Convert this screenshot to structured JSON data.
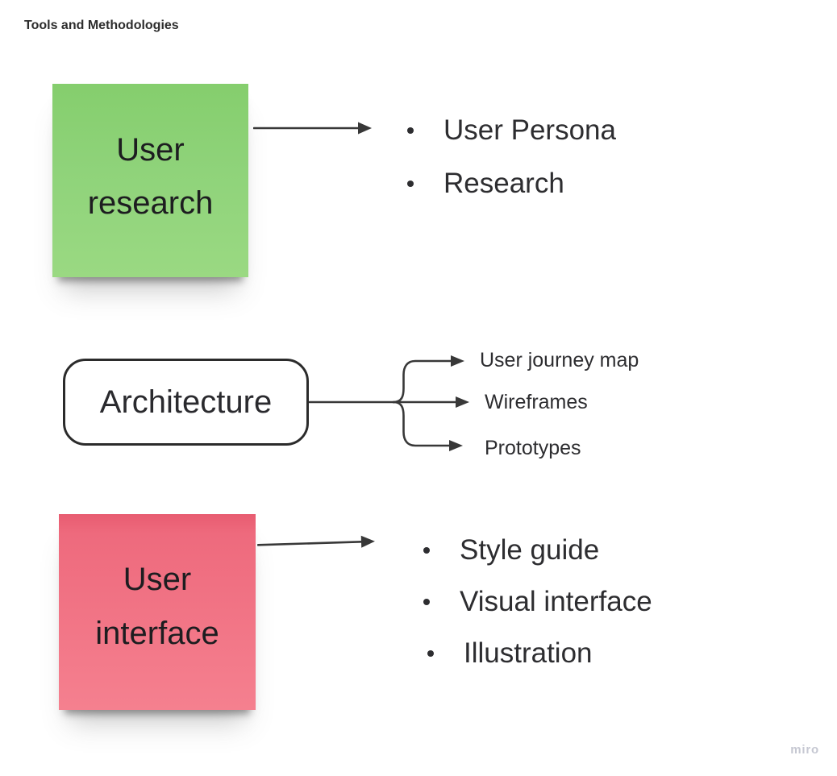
{
  "board": {
    "title": "Tools and Methodologies",
    "watermark": "miro"
  },
  "colors": {
    "green_sticky": "#8fd37a",
    "red_sticky": "#f06e80",
    "connector": "#383838",
    "text": "#2d2d30",
    "watermark": "#c6c8d2"
  },
  "user_research": {
    "label": "User research",
    "items": [
      "User Persona",
      "Research"
    ]
  },
  "architecture": {
    "label": "Architecture",
    "items": [
      "User journey map",
      "Wireframes",
      "Prototypes"
    ]
  },
  "user_interface": {
    "label": "User interface",
    "items": [
      "Style guide",
      "Visual interface",
      "Illustration"
    ]
  }
}
